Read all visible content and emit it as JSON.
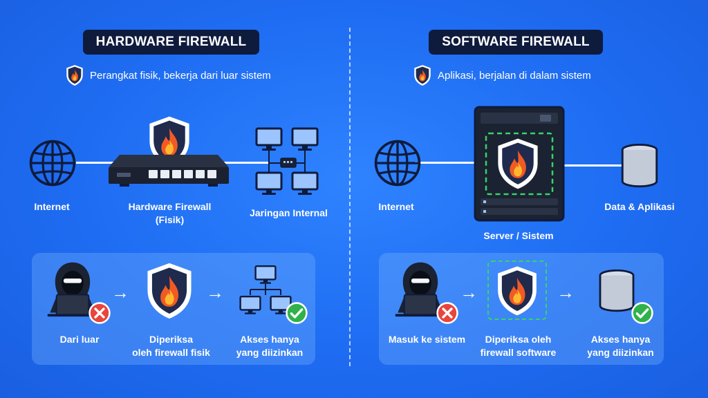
{
  "hardware": {
    "title": "HARDWARE FIREWALL",
    "subtitle": "Perangkat fisik, bekerja dari luar sistem",
    "labels": {
      "internet": "Internet",
      "firewall_line1": "Hardware Firewall",
      "firewall_line2": "(Fisik)",
      "network": "Jaringan Internal"
    },
    "flow": {
      "step1": "Dari luar",
      "step2_line1": "Diperiksa",
      "step2_line2": "oleh firewall fisik",
      "step3_line1": "Akses hanya",
      "step3_line2": "yang diizinkan"
    }
  },
  "software": {
    "title": "SOFTWARE FIREWALL",
    "subtitle": "Aplikasi, berjalan di dalam sistem",
    "labels": {
      "internet": "Internet",
      "server": "Server / Sistem",
      "data": "Data & Aplikasi"
    },
    "flow": {
      "step1": "Masuk ke sistem",
      "step2_line1": "Diperiksa oleh",
      "step2_line2": "firewall software",
      "step3_line1": "Akses hanya",
      "step3_line2": "yang diizinkan"
    }
  },
  "colors": {
    "background": "#1e6cf2",
    "title_bg": "#0e1b3c",
    "shield_bg": "#1f2a4d",
    "flame_outer": "#f15a24",
    "flame_inner": "#ffb92e",
    "deny": "#e8453c",
    "allow": "#2fb24a",
    "dashed_green": "#37d46a"
  },
  "icons": {
    "globe": "globe-icon",
    "shield": "firewall-shield-icon",
    "router": "router-icon",
    "network": "network-computers-icon",
    "server": "server-tower-icon",
    "database": "database-icon",
    "hacker": "hacker-icon",
    "deny": "x-circle-icon",
    "allow": "check-circle-icon",
    "arrow": "arrow-right-icon"
  }
}
